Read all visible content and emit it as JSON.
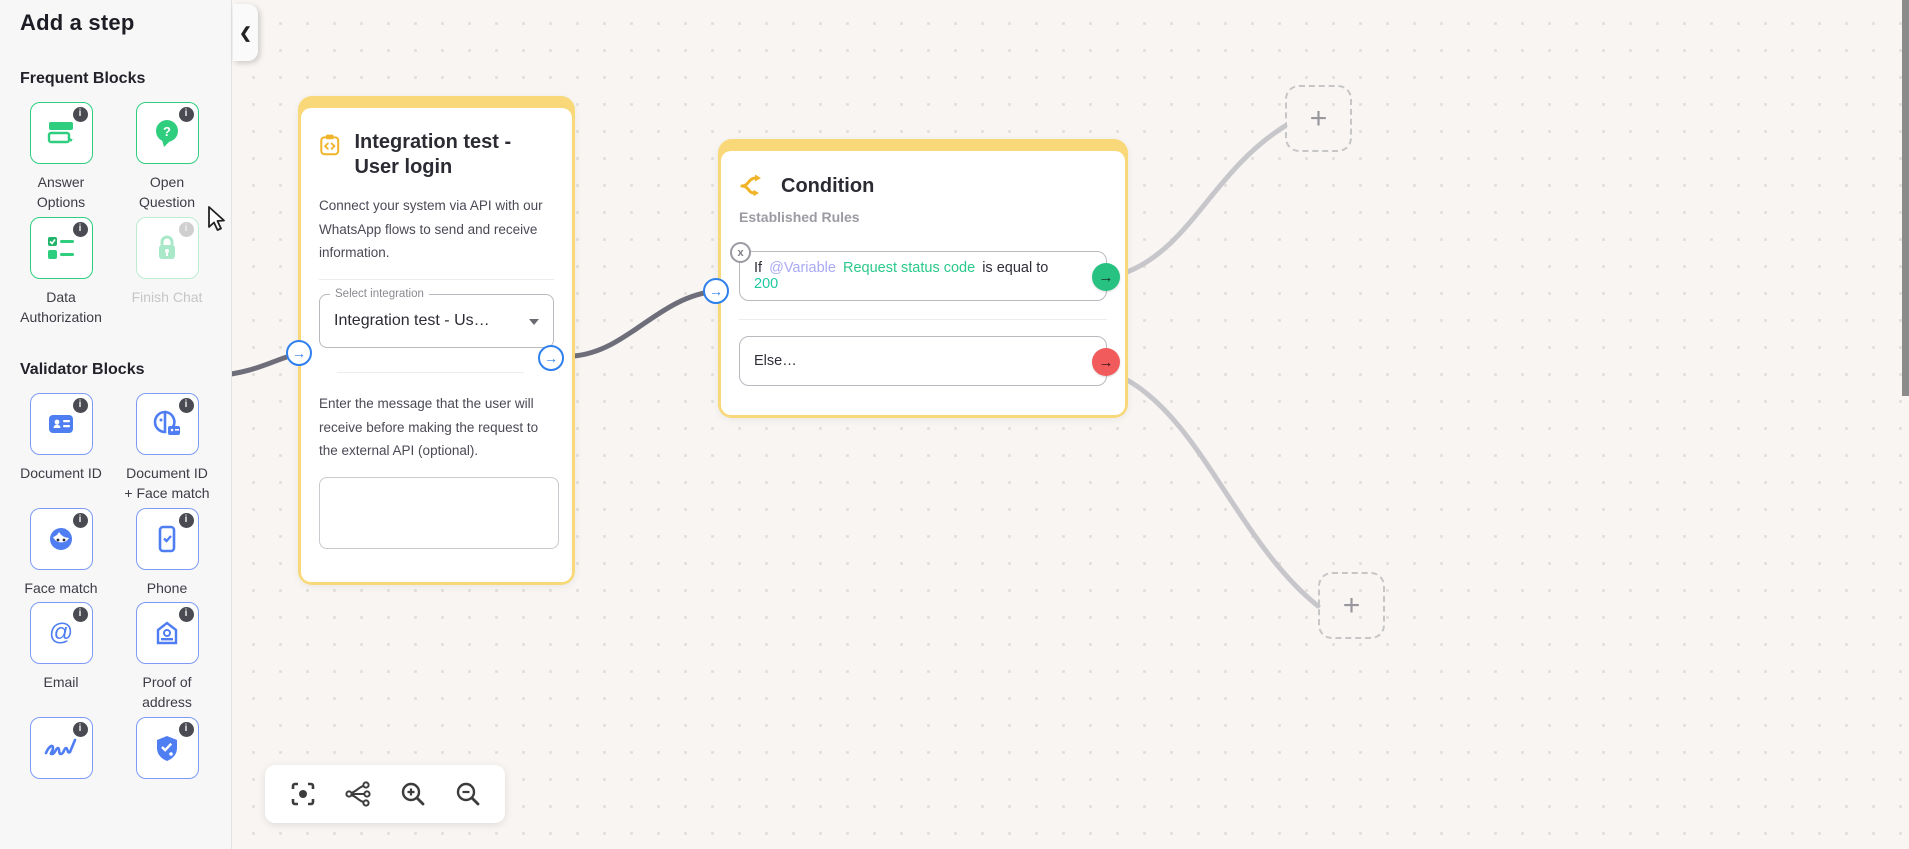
{
  "sidebar": {
    "title": "Add a step",
    "sections": [
      {
        "title": "Frequent Blocks",
        "items": [
          {
            "label": "Answer Options",
            "icon": "answer-options-icon",
            "disabled": false
          },
          {
            "label": "Open Question",
            "icon": "chat-question-icon",
            "disabled": false
          },
          {
            "label": "Data Authorization",
            "icon": "checklist-icon",
            "disabled": false
          },
          {
            "label": "Finish Chat",
            "icon": "lock-icon",
            "disabled": true
          }
        ]
      },
      {
        "title": "Validator Blocks",
        "items": [
          {
            "label": "Document ID",
            "icon": "id-card-icon",
            "disabled": false
          },
          {
            "label": "Document ID + Face match",
            "icon": "face-id-icon",
            "disabled": false
          },
          {
            "label": "Face match",
            "icon": "face-icon",
            "disabled": false
          },
          {
            "label": "Phone",
            "icon": "phone-check-icon",
            "disabled": false
          },
          {
            "label": "Email",
            "icon": "at-sign-icon",
            "disabled": false
          },
          {
            "label": "Proof of address",
            "icon": "house-camera-icon",
            "disabled": false
          },
          {
            "label": "",
            "icon": "signature-icon",
            "disabled": false
          },
          {
            "label": "",
            "icon": "shield-check-icon",
            "disabled": false
          }
        ]
      }
    ]
  },
  "canvas": {
    "integration_card": {
      "title": "Integration test - User login",
      "description": "Connect your system via API with our WhatsApp flows to send and receive information.",
      "select_label": "Select integration",
      "select_value": "Integration test - Us…",
      "message_hint": "Enter the message that the user will receive before making the request to the external API (optional).",
      "textarea_value": ""
    },
    "condition_card": {
      "title": "Condition",
      "subtitle": "Established Rules",
      "rule": {
        "prefix": "If",
        "variable_tag": "@Variable",
        "variable_name": "Request status code",
        "operator": "is equal to",
        "value": "200"
      },
      "else_label": "Else…"
    },
    "plus_nodes": [
      "+",
      "+"
    ]
  },
  "toolbar": {
    "buttons": [
      "center-view",
      "hierarchy",
      "zoom-in",
      "zoom-out"
    ]
  },
  "colors": {
    "accent_green": "#2fce7f",
    "accent_blue": "#4f7df2",
    "card_yellow": "#f8d878",
    "wire_dark": "#6e6e7a",
    "wire_light": "#c7c7cb",
    "success": "#27c281",
    "danger": "#f15b5b",
    "connector_blue": "#2f80ed",
    "variable_purple": "#a9a9f5",
    "value_teal": "#1fc8a0"
  }
}
